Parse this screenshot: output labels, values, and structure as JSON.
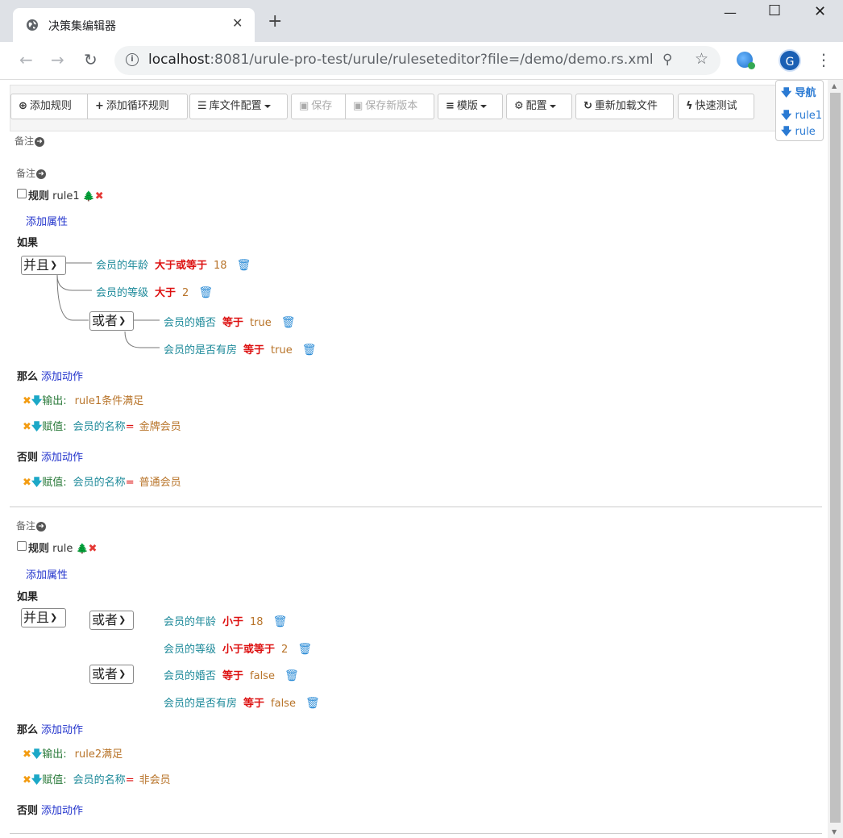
{
  "browser": {
    "tab_title": "决策集编辑器",
    "url_host": "localhost",
    "url_rest": ":8081/urule-pro-test/urule/ruleseteditor?file=/demo/demo.rs.xml",
    "avatar_letter": "G"
  },
  "toolbar": {
    "add_rule": "添加规则",
    "add_loop_rule": "添加循环规则",
    "lib_config": "库文件配置",
    "save": "保存",
    "save_new_version": "保存新版本",
    "template": "模版",
    "config": "配置",
    "reload": "重新加载文件",
    "quick_test": "快速测试"
  },
  "nav": {
    "title": "导航",
    "items": [
      "rule1",
      "rule"
    ]
  },
  "remark_label": "备注",
  "rules": [
    {
      "type_label": "规则",
      "name": "rule1",
      "add_property": "添加属性",
      "if_label": "如果",
      "root_op": "并且",
      "conditions": [
        {
          "var": "会员的年龄",
          "op": "大于或等于",
          "val": "18"
        },
        {
          "var": "会员的等级",
          "op": "大于",
          "val": "2"
        }
      ],
      "groups": [
        {
          "op": "或者",
          "conditions": [
            {
              "var": "会员的婚否",
              "op": "等于",
              "val": "true"
            },
            {
              "var": "会员的是否有房",
              "op": "等于",
              "val": "true"
            }
          ]
        }
      ],
      "then_label": "那么",
      "add_action": "添加动作",
      "then_actions": [
        {
          "type": "输出:",
          "var": "",
          "eq": "",
          "val": "rule1条件满足"
        },
        {
          "type": "赋值:",
          "var": "会员的名称",
          "eq": "=",
          "val": "金牌会员"
        }
      ],
      "else_label": "否则",
      "else_actions": [
        {
          "type": "赋值:",
          "var": "会员的名称",
          "eq": "=",
          "val": "普通会员"
        }
      ]
    },
    {
      "type_label": "规则",
      "name": "rule",
      "add_property": "添加属性",
      "if_label": "如果",
      "root_op": "并且",
      "groups": [
        {
          "op": "或者",
          "conditions": [
            {
              "var": "会员的年龄",
              "op": "小于",
              "val": "18"
            },
            {
              "var": "会员的等级",
              "op": "小于或等于",
              "val": "2"
            }
          ]
        },
        {
          "op": "或者",
          "conditions": [
            {
              "var": "会员的婚否",
              "op": "等于",
              "val": "false"
            },
            {
              "var": "会员的是否有房",
              "op": "等于",
              "val": "false"
            }
          ]
        }
      ],
      "then_label": "那么",
      "add_action": "添加动作",
      "then_actions": [
        {
          "type": "输出:",
          "var": "",
          "eq": "",
          "val": "rule2满足"
        },
        {
          "type": "赋值:",
          "var": "会员的名称",
          "eq": "=",
          "val": "非会员"
        }
      ],
      "else_label": "否则",
      "else_actions": []
    }
  ]
}
